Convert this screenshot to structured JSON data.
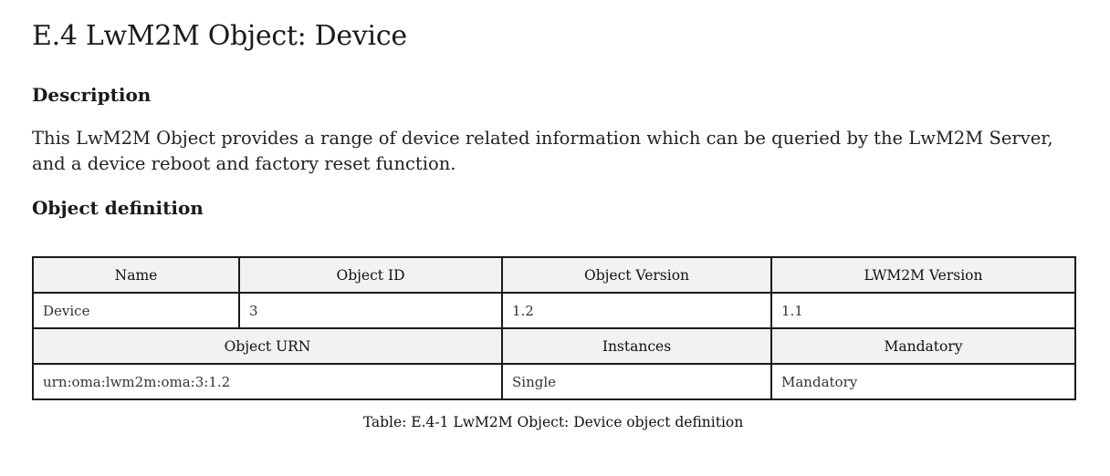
{
  "section": {
    "title": "E.4 LwM2M Object: Device",
    "description_heading": "Description",
    "description_text": "This LwM2M Object provides a range of device related information which can be queried by the LwM2M Server, and a device reboot and factory reset function.",
    "definition_heading": "Object definition"
  },
  "table": {
    "header1": [
      "Name",
      "Object ID",
      "Object Version",
      "LWM2M Version"
    ],
    "row1": [
      "Device",
      "3",
      "1.2",
      "1.1"
    ],
    "header2": [
      "Object URN",
      "Instances",
      "Mandatory"
    ],
    "row2": [
      "urn:oma:lwm2m:oma:3:1.2",
      "Single",
      "Mandatory"
    ],
    "caption": "Table: E.4-1 LwM2M Object: Device object definition"
  }
}
